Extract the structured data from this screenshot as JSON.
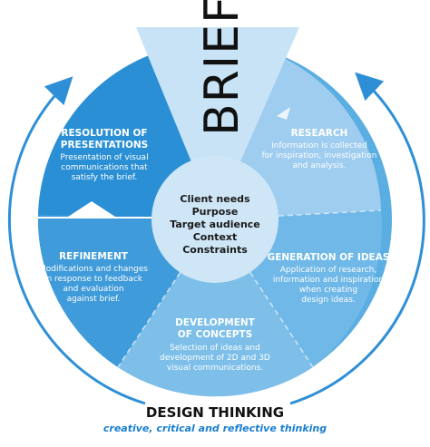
{
  "brief_label": "BRIEF",
  "center_items": [
    "Client needs",
    "Purpose",
    "Target audience",
    "Context",
    "Constraints"
  ],
  "sections": {
    "resolution": {
      "title": [
        "RESOLUTION OF",
        "PRESENTATIONS"
      ],
      "body": [
        "Presentation of visual",
        "communications that",
        "satisfy the brief."
      ]
    },
    "research": {
      "title": [
        "RESEARCH"
      ],
      "body": [
        "Information is collected",
        "for inspiration, investigation",
        "and analysis."
      ]
    },
    "generation": {
      "title": [
        "GENERATION OF IDEAS"
      ],
      "body": [
        "Application of research,",
        "information and inspiration",
        "when creating",
        "design ideas."
      ]
    },
    "development": {
      "title": [
        "DEVELOPMENT",
        "OF CONCEPTS"
      ],
      "body": [
        "Selection of ideas and",
        "development of 2D and 3D",
        "visual communications."
      ]
    },
    "refinement": {
      "title": [
        "REFINEMENT"
      ],
      "body": [
        "Modifications and changes",
        "in response to feedback",
        "and evaluation",
        "against brief."
      ]
    }
  },
  "footer": {
    "title": "DESIGN THINKING",
    "subtitle": "creative, critical and reflective thinking"
  },
  "colors": {
    "dark_blue": "#2a8fd4",
    "mid_blue": "#5aaee2",
    "light_blue": "#9fcdef",
    "pale_blue": "#c8e3f6",
    "center": "#cfe6f7",
    "arrow": "#2f8fd6",
    "subtitle": "#1a7fd0"
  }
}
